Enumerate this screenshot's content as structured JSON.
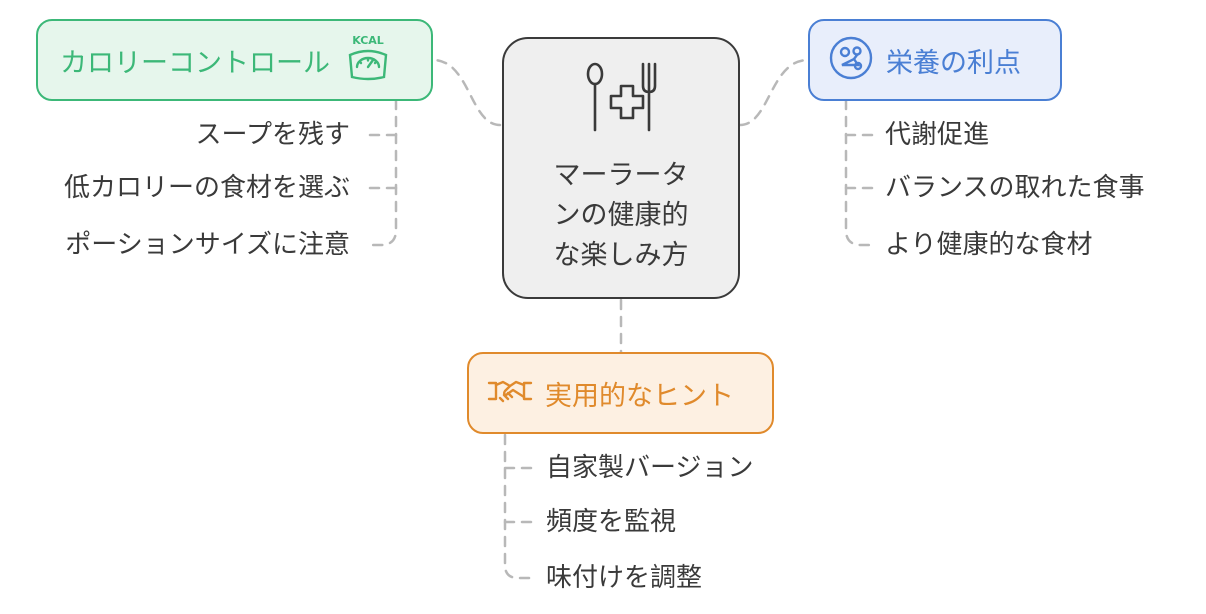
{
  "center": {
    "lines": [
      "マーラータ",
      "ンの健康的",
      "な楽しみ方"
    ],
    "icon": "fork-spoon-medical-icon"
  },
  "calorie": {
    "title": "カロリーコントロール",
    "icon": "kcal-scale-icon",
    "icon_text": "KCAL",
    "color": "#3cb878",
    "items": [
      "スープを残す",
      "低カロリーの食材を選ぶ",
      "ポーションサイズに注意"
    ]
  },
  "nutrition": {
    "title": "栄養の利点",
    "icon": "vegetables-plate-icon",
    "color": "#4a7fd4",
    "items": [
      "代謝促進",
      "バランスの取れた食事",
      "より健康的な食材"
    ]
  },
  "tips": {
    "title": "実用的なヒント",
    "icon": "handshake-icon",
    "color": "#e08a2c",
    "items": [
      "自家製バージョン",
      "頻度を監視",
      "味付けを調整"
    ]
  }
}
